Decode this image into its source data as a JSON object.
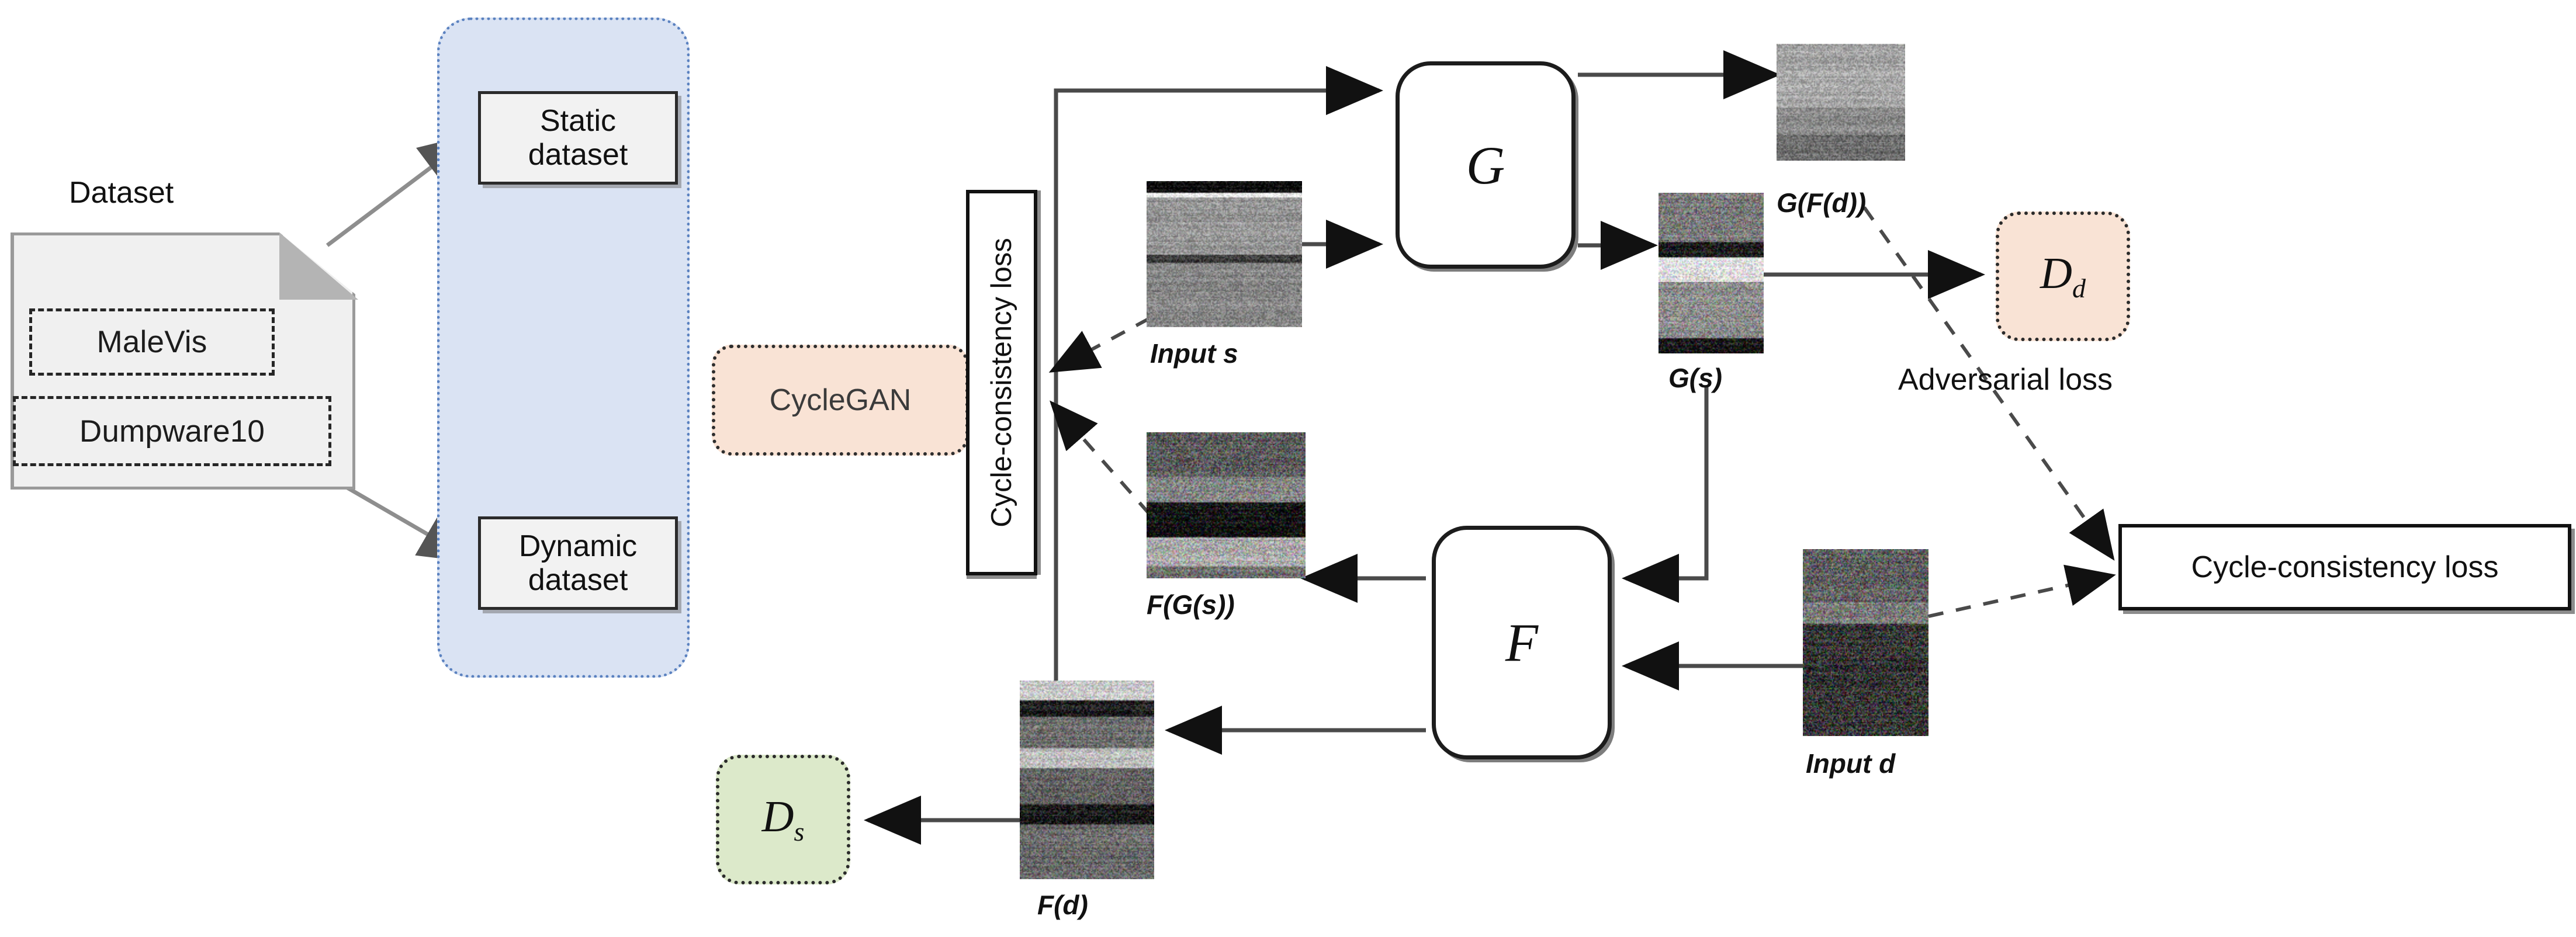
{
  "diagram": {
    "title_hidden": "CycleGAN malware image translation pipeline",
    "dataset_note": {
      "title": "Dataset",
      "items": [
        "MaleVis",
        "Dumpware10"
      ]
    },
    "pipeline_container": {
      "boxes": [
        {
          "label": "Static\ndataset",
          "line1": "Static",
          "line2": "dataset"
        },
        {
          "label": "Dynamic\ndataset",
          "line1": "Dynamic",
          "line2": "dataset"
        }
      ]
    },
    "model_label": "CycleGAN",
    "loss_vertical": "Cycle-consistency loss",
    "loss_horizontal": "Cycle-consistency loss",
    "adversarial_loss": "Adversarial loss",
    "generators": [
      {
        "name": "G"
      },
      {
        "name": "F"
      }
    ],
    "discriminators": [
      {
        "base": "D",
        "sub": "d",
        "color": "#f9e3d5"
      },
      {
        "base": "D",
        "sub": "s",
        "color": "#dce9ca"
      }
    ],
    "image_captions": {
      "input_s": "Input s",
      "g_s": "G(s)",
      "g_f_d": "G(F(d))",
      "f_g_s": "F(G(s))",
      "f_d": "F(d)",
      "input_d": "Input d"
    },
    "colors": {
      "container_blue": "#dae3f3",
      "container_blue_border": "#5b82c0",
      "peach": "#f9e3d5",
      "green": "#dce9ca",
      "note_gray": "#f0f0f0",
      "note_border": "#9a9a9a",
      "ink": "#111111",
      "arrow_gray": "#555555"
    }
  }
}
